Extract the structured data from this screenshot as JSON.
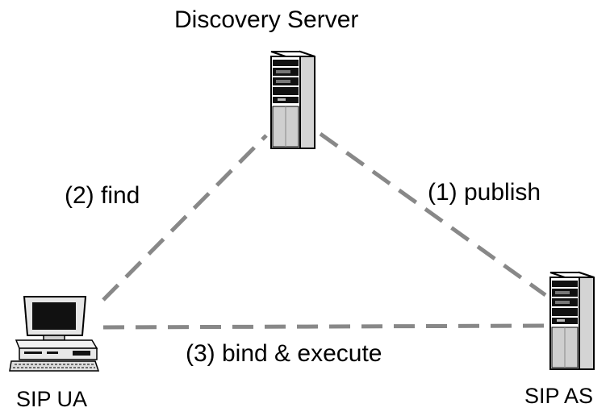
{
  "nodes": {
    "discovery_server": {
      "label": "Discovery Server",
      "icon": "server-tower-icon"
    },
    "sip_ua": {
      "label": "SIP UA",
      "icon": "desktop-computer-icon"
    },
    "sip_as": {
      "label": "SIP AS",
      "icon": "server-tower-icon"
    }
  },
  "edges": {
    "publish": {
      "label": "(1) publish",
      "from": "SIP AS",
      "to": "Discovery Server",
      "style": "dashed"
    },
    "find": {
      "label": "(2) find",
      "from": "SIP UA",
      "to": "Discovery Server",
      "style": "dashed"
    },
    "bind_execute": {
      "label": "(3) bind & execute",
      "from": "SIP UA",
      "to": "SIP AS",
      "style": "dashed"
    }
  },
  "colors": {
    "line": "#888888",
    "text": "#000000",
    "background": "#ffffff"
  }
}
